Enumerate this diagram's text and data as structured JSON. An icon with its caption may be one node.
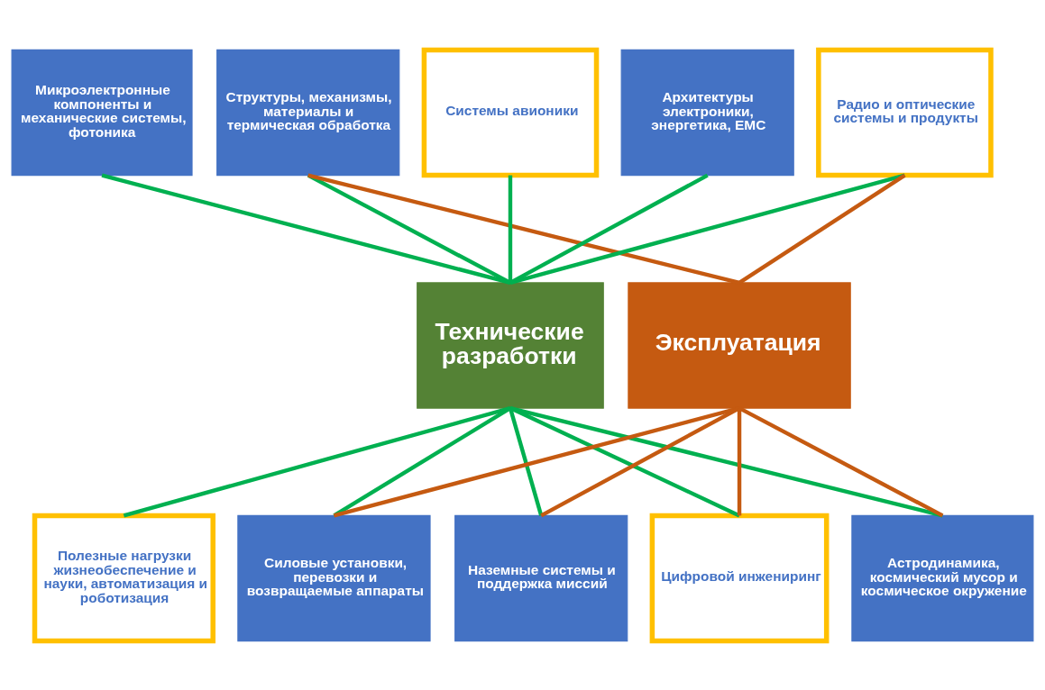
{
  "diagram": {
    "nodes": [
      {
        "text": [
          "Микроэлектронные компоненты и механические системы, фотоника"
        ]
      },
      {
        "text": [
          "Структуры, механизмы, материалы и термическая обработка"
        ]
      },
      {
        "text": [
          "Системы авионики"
        ]
      },
      {
        "text": [
          "Архитектуры электроники, энергетика, EMC"
        ]
      },
      {
        "text": [
          "Радио и оптические системы и продукты"
        ]
      },
      {
        "text": [
          "Технические разработки"
        ]
      },
      {
        "text": [
          "Эксплуатация"
        ]
      },
      {
        "text": [
          "Полезные нагрузки жизнеобеспечение и науки, автоматизация и роботизация"
        ]
      },
      {
        "text": [
          "Силовые установки, перевозки и возвращаемые аппараты"
        ]
      },
      {
        "text": [
          "Наземные системы и поддержка миссий"
        ]
      },
      {
        "text": [
          "Цифровой инжениринг"
        ]
      },
      {
        "text": [
          "Астродинамика, космический мусор и космическое окружение"
        ]
      }
    ],
    "edges": [
      {
        "from": 0,
        "to": 5,
        "arrow": "none"
      },
      {
        "from": 1,
        "to": 5,
        "arrow": "none"
      },
      {
        "from": 1,
        "to": 6,
        "arrow": "none",
        "color": "#c55a11"
      },
      {
        "from": 2,
        "to": 5,
        "arrow": "none"
      },
      {
        "from": 3,
        "to": 5,
        "arrow": "none"
      },
      {
        "from": 4,
        "to": 5,
        "arrow": "none"
      },
      {
        "from": 4,
        "to": 6,
        "arrow": "none",
        "color": "#c55a11"
      },
      {
        "from": 5,
        "to": 7,
        "arrow": "none"
      },
      {
        "from": 5,
        "to": 8,
        "arrow": "none"
      },
      {
        "from": 6,
        "to": 8,
        "arrow": "none",
        "color": "#c55a11"
      },
      {
        "from": 5,
        "to": 9,
        "arrow": "none"
      },
      {
        "from": 6,
        "to": 9,
        "arrow": "none",
        "color": "#c55a11"
      },
      {
        "from": 5,
        "to": 10,
        "arrow": "none"
      },
      {
        "from": 6,
        "to": 10,
        "arrow": "none",
        "color": "#c55a11"
      },
      {
        "from": 5,
        "to": 11,
        "arrow": "none"
      },
      {
        "from": 6,
        "to": 11,
        "arrow": "none",
        "color": "#c55a11"
      }
    ]
  }
}
